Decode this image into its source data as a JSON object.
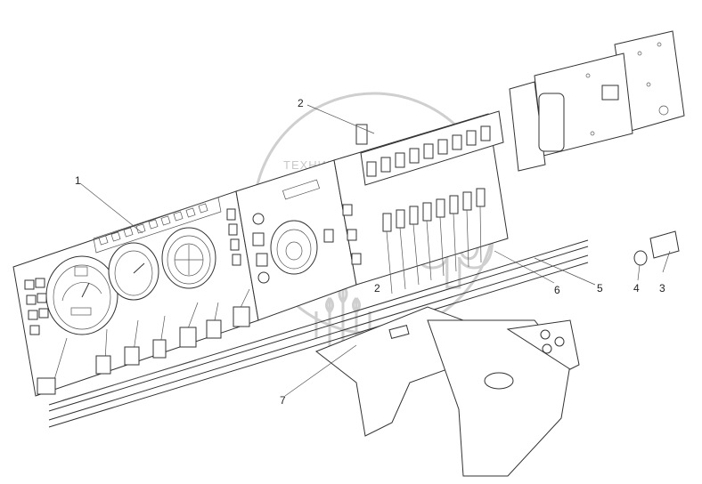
{
  "diagram": {
    "callouts": [
      {
        "id": "1",
        "label": "1"
      },
      {
        "id": "2",
        "label": "2"
      },
      {
        "id": "3",
        "label": "3"
      },
      {
        "id": "4",
        "label": "4"
      },
      {
        "id": "5",
        "label": "5"
      },
      {
        "id": "6",
        "label": "6"
      },
      {
        "id": "7",
        "label": "7"
      }
    ],
    "gauge_tag": "2"
  },
  "watermark": {
    "text": "ТЕХНИКО-ЭКСПЕРТ",
    "logo": "эф",
    "color": "#cfcfcf"
  },
  "colors": {
    "line": "#333333",
    "background": "#ffffff"
  }
}
